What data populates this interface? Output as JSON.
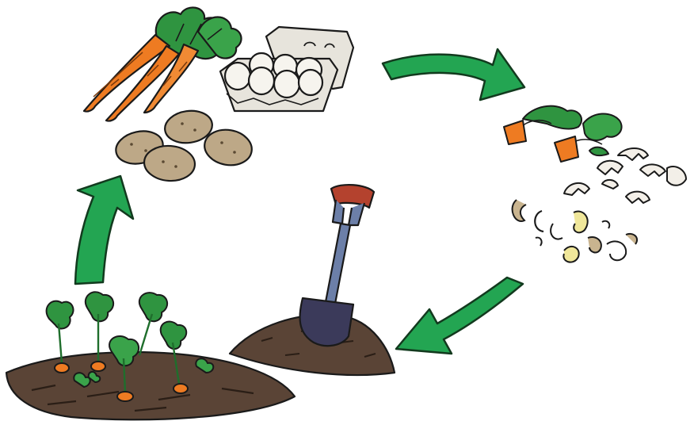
{
  "diagram": {
    "stages": [
      {
        "id": "harvest",
        "items": [
          "carrot-bunch-icon",
          "egg-carton-icon",
          "potato-pile-icon"
        ]
      },
      {
        "id": "scraps",
        "items": [
          "carrot-tops-icon",
          "eggshells-icon",
          "potato-peelings-icon"
        ]
      },
      {
        "id": "compost",
        "items": [
          "shovel-icon",
          "compost-mound-icon"
        ]
      },
      {
        "id": "garden",
        "items": [
          "soil-bed-icon",
          "carrot-seedlings-icon"
        ]
      }
    ],
    "arrows": [
      "harvest-to-scraps",
      "scraps-to-compost",
      "garden-to-harvest"
    ]
  },
  "colors": {
    "arrow_green": "#23a552",
    "carrot_orange": "#ee7b22",
    "leaf_green": "#2f9440",
    "egg_white": "#f6f4ee",
    "carton_gray": "#e7e4dc",
    "potato_tan": "#bda887",
    "soil_brown": "#5a4436",
    "shovel_blade": "#3b3a5a",
    "handle_red": "#b4422e",
    "outline": "#1a1a1a"
  }
}
